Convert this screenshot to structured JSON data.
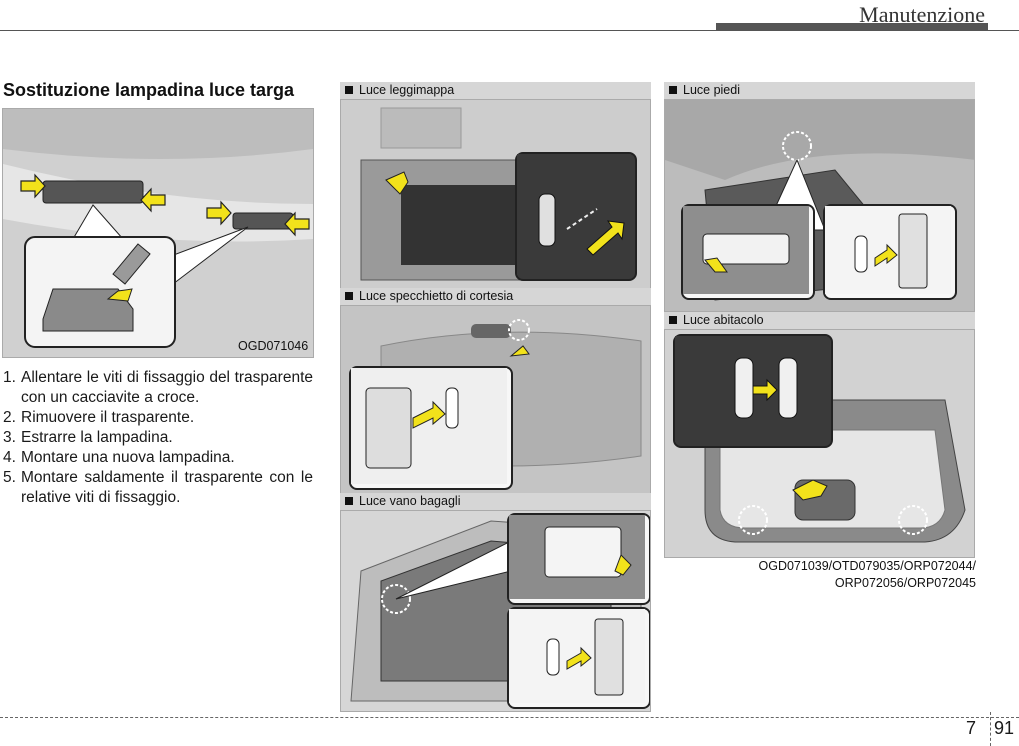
{
  "header": {
    "title": "Manutenzione"
  },
  "section": {
    "title": "Sostituzione lampadina luce targa"
  },
  "left_figure": {
    "code": "OGD071046"
  },
  "steps": [
    {
      "num": "1.",
      "text": "Allentare le viti di fissaggio del trasparente con un cacciavite a croce."
    },
    {
      "num": "2.",
      "text": "Rimuovere il trasparente."
    },
    {
      "num": "3.",
      "text": "Estrarre la lampadina."
    },
    {
      "num": "4.",
      "text": "Montare una nuova lampadina."
    },
    {
      "num": "5.",
      "text": "Montare saldamente il trasparente con le relative viti di fissaggio."
    }
  ],
  "panels": {
    "map_lamp": "Luce leggimappa",
    "vanity_lamp": "Luce specchietto di cortesia",
    "cargo_lamp": "Luce vano bagagli",
    "foot_lamp": "Luce piedi",
    "room_lamp": "Luce abitacolo"
  },
  "right_codes": {
    "line1": "OGD071039/OTD079035/ORP072044/",
    "line2": "ORP072056/ORP072045"
  },
  "footer": {
    "chapter": "7",
    "page": "91"
  },
  "colors": {
    "arrow": "#f2e21b",
    "rule": "#555555"
  }
}
